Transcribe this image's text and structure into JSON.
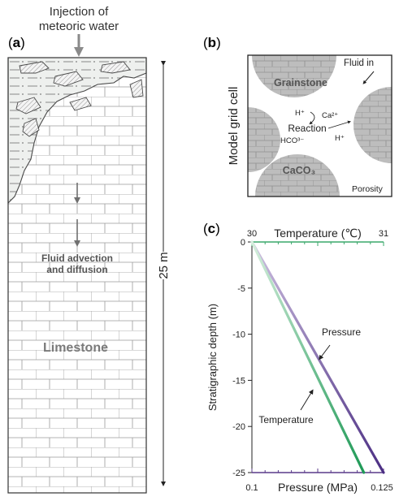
{
  "panel_a": {
    "letter_open": "(",
    "letter": "a",
    "letter_close": ")",
    "injection_line1": "Injection of",
    "injection_line2": "meteoric water",
    "advection_line1": "Fluid advection",
    "advection_line2": "and diffusion",
    "rock_label": "Limestone",
    "height_label": "25 m"
  },
  "panel_b": {
    "letter_open": "(",
    "letter": "b",
    "letter_close": ")",
    "side_label": "Model grid cell",
    "fluid_in": "Fluid in",
    "grainstone": "Grainstone",
    "h_plus_left": "H⁺",
    "ca_ion": "Ca²⁺",
    "reaction": "Reaction",
    "h_plus_right": "H⁺",
    "hco3": "HCO³⁻",
    "caco3": "CaCO₃",
    "porosity": "Porosity"
  },
  "panel_c": {
    "letter_open": "(",
    "letter": "c",
    "letter_close": ")"
  },
  "chart_data": {
    "type": "line",
    "ylabel": "Stratigraphic depth (m)",
    "ylim": [
      -25,
      0
    ],
    "yticks": [
      "0",
      "-5",
      "-10",
      "-15",
      "-20",
      "-25"
    ],
    "ytick_values": [
      0,
      -5,
      -10,
      -15,
      -20,
      -25
    ],
    "top_axis": {
      "label": "Temperature (℃)",
      "lim": [
        30,
        31
      ],
      "tick_labels": [
        "30",
        "31"
      ],
      "color": "#3aa86b"
    },
    "bottom_axis": {
      "label": "Pressure (MPa)",
      "lim": [
        0.1,
        0.125
      ],
      "tick_labels": [
        "0.1",
        "0.125"
      ],
      "color": "#5a3a8a"
    },
    "series": [
      {
        "name": "Pressure",
        "axis": "bottom",
        "points": [
          [
            0.1,
            0
          ],
          [
            0.125,
            -25
          ]
        ],
        "color_start": "#cdbfe0",
        "color_end": "#4b2e83"
      },
      {
        "name": "Temperature",
        "axis": "top",
        "points": [
          [
            30,
            0
          ],
          [
            30.85,
            -25
          ]
        ],
        "color_start": "#d6eedd",
        "color_end": "#1f9a57"
      }
    ]
  }
}
